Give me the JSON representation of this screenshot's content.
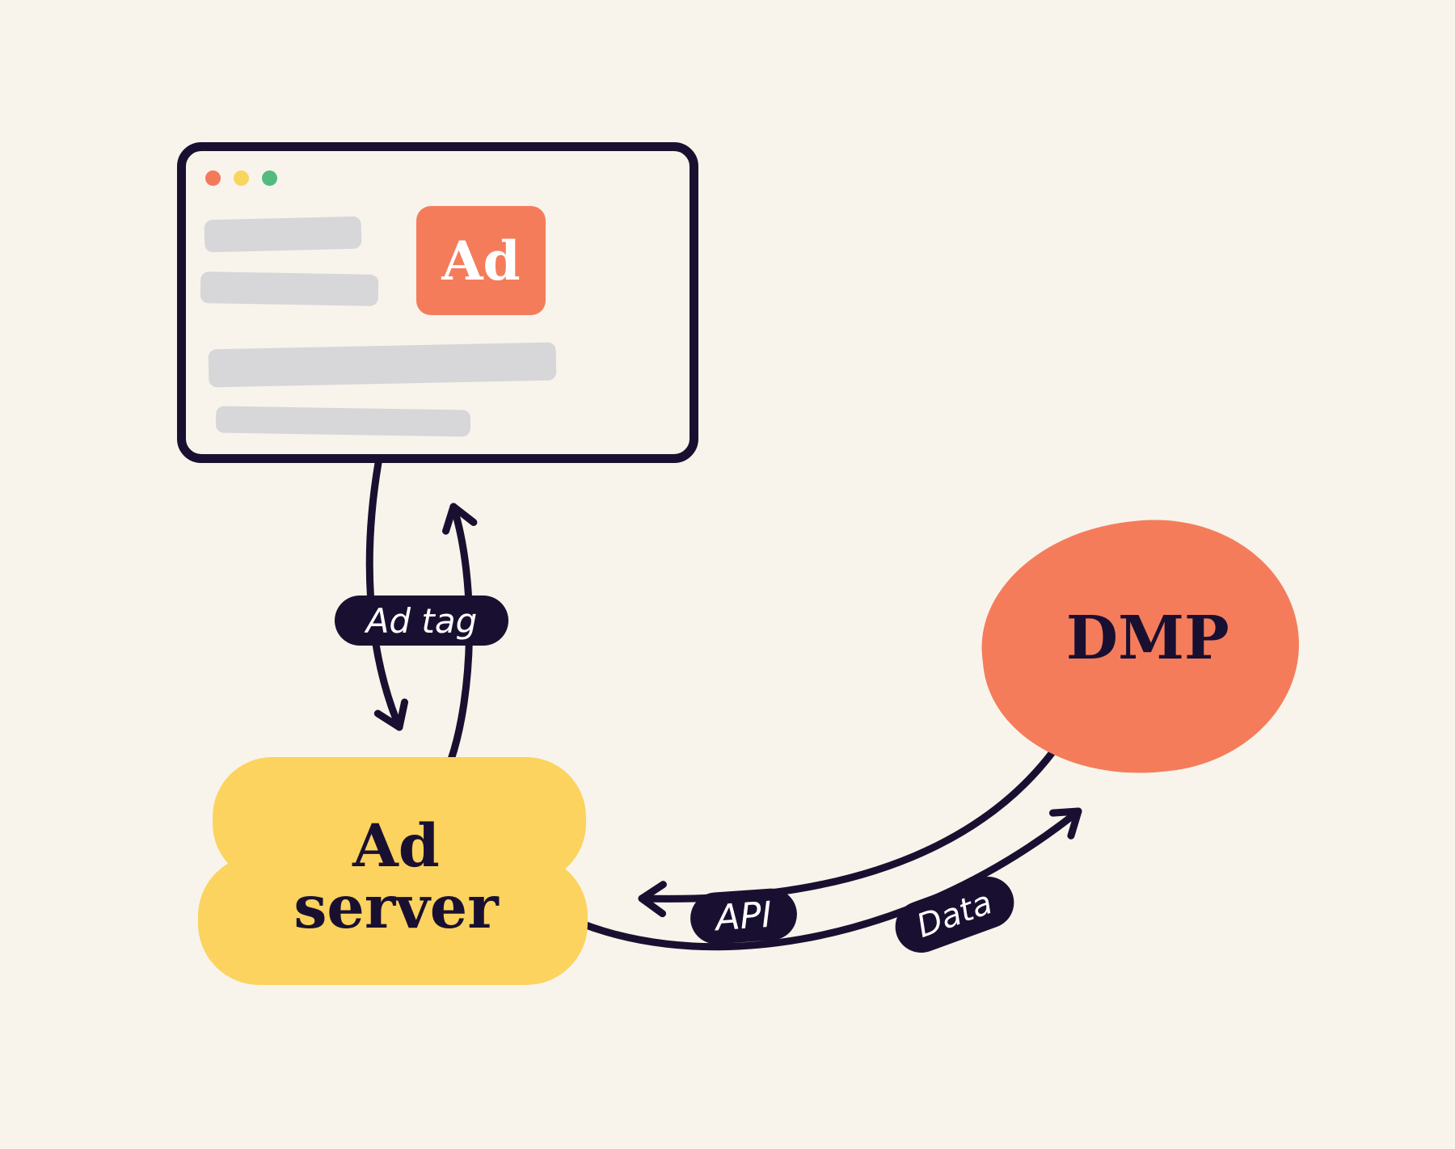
{
  "palette": {
    "background": "#F8F4EB",
    "ink": "#191031",
    "orange": "#F57C5B",
    "yellow": "#FBD35E",
    "gray": "#D7D6D8",
    "white": "#FFFFFF",
    "dot_orange": "#F4795B",
    "dot_yellow": "#F8D55E",
    "dot_green": "#54BA80"
  },
  "browser_window": {
    "ad_badge_label": "Ad",
    "traffic_lights": [
      "close",
      "minimize",
      "expand"
    ],
    "placeholder_bars": 4
  },
  "nodes": {
    "ad_server": {
      "line1": "Ad",
      "line2": "server"
    },
    "dmp": {
      "label": "DMP"
    }
  },
  "connectors": {
    "ad_tag": {
      "label": "Ad tag",
      "between": "web page and Ad server",
      "bidirectional": true
    },
    "api": {
      "label": "API",
      "arrow_points_to": "Ad server"
    },
    "data": {
      "label": "Data",
      "arrow_points_to": "DMP"
    }
  }
}
